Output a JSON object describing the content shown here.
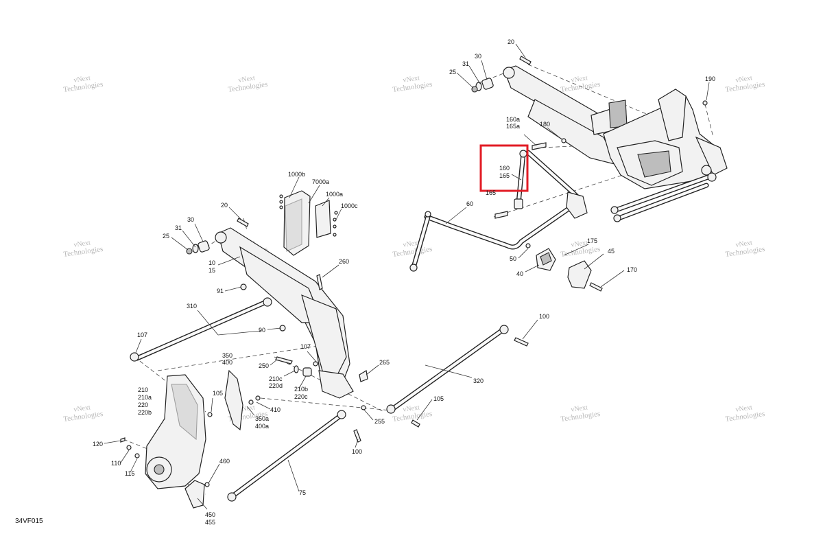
{
  "drawing_id": "34VF015",
  "watermark": {
    "line1": "vNext",
    "line2": "Technologies"
  },
  "highlight": {
    "color": "#e21b24"
  },
  "callouts": {
    "c20_top": "20",
    "c30_top": "30",
    "c31_top": "31",
    "c25_top": "25",
    "c190": "190",
    "c160a": "160a",
    "c165a": "165a",
    "c180": "180",
    "c160": "160",
    "c165": "165",
    "c165_partial": "165",
    "c60": "60",
    "c1000b": "1000b",
    "c7000a": "7000a",
    "c1000a": "1000a",
    "c1000c": "1000c",
    "c20_left": "20",
    "c30_left": "30",
    "c31_left": "31",
    "c25_left": "25",
    "c10": "10",
    "c15": "15",
    "c260": "260",
    "c175": "175",
    "c45": "45",
    "c50": "50",
    "c40": "40",
    "c170": "170",
    "c91": "91",
    "c310": "310",
    "c90": "90",
    "c107_left": "107",
    "c107_mid": "107",
    "c100_right": "100",
    "c350": "350",
    "c400": "400",
    "c250": "250",
    "c210c": "210c",
    "c220d": "220d",
    "c210b": "210b",
    "c220c": "220c",
    "c265": "265",
    "c320": "320",
    "c210": "210",
    "c210a": "210a",
    "c220": "220",
    "c220b": "220b",
    "c105_left": "105",
    "c410": "410",
    "c350a": "350a",
    "c400a": "400a",
    "c105_right": "105",
    "c255": "255",
    "c120": "120",
    "c110": "110",
    "c115": "115",
    "c100_bottom": "100",
    "c460": "460",
    "c75": "75",
    "c450": "450",
    "c455": "455"
  }
}
